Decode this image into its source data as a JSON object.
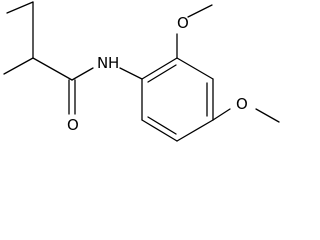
{
  "molecule": {
    "atoms": {
      "nitrogen": "N",
      "amine_hydrogen": "H",
      "carbonyl_oxygen": "O",
      "methoxy_oxygen_2": "O",
      "methoxy_oxygen_4": "O"
    }
  }
}
